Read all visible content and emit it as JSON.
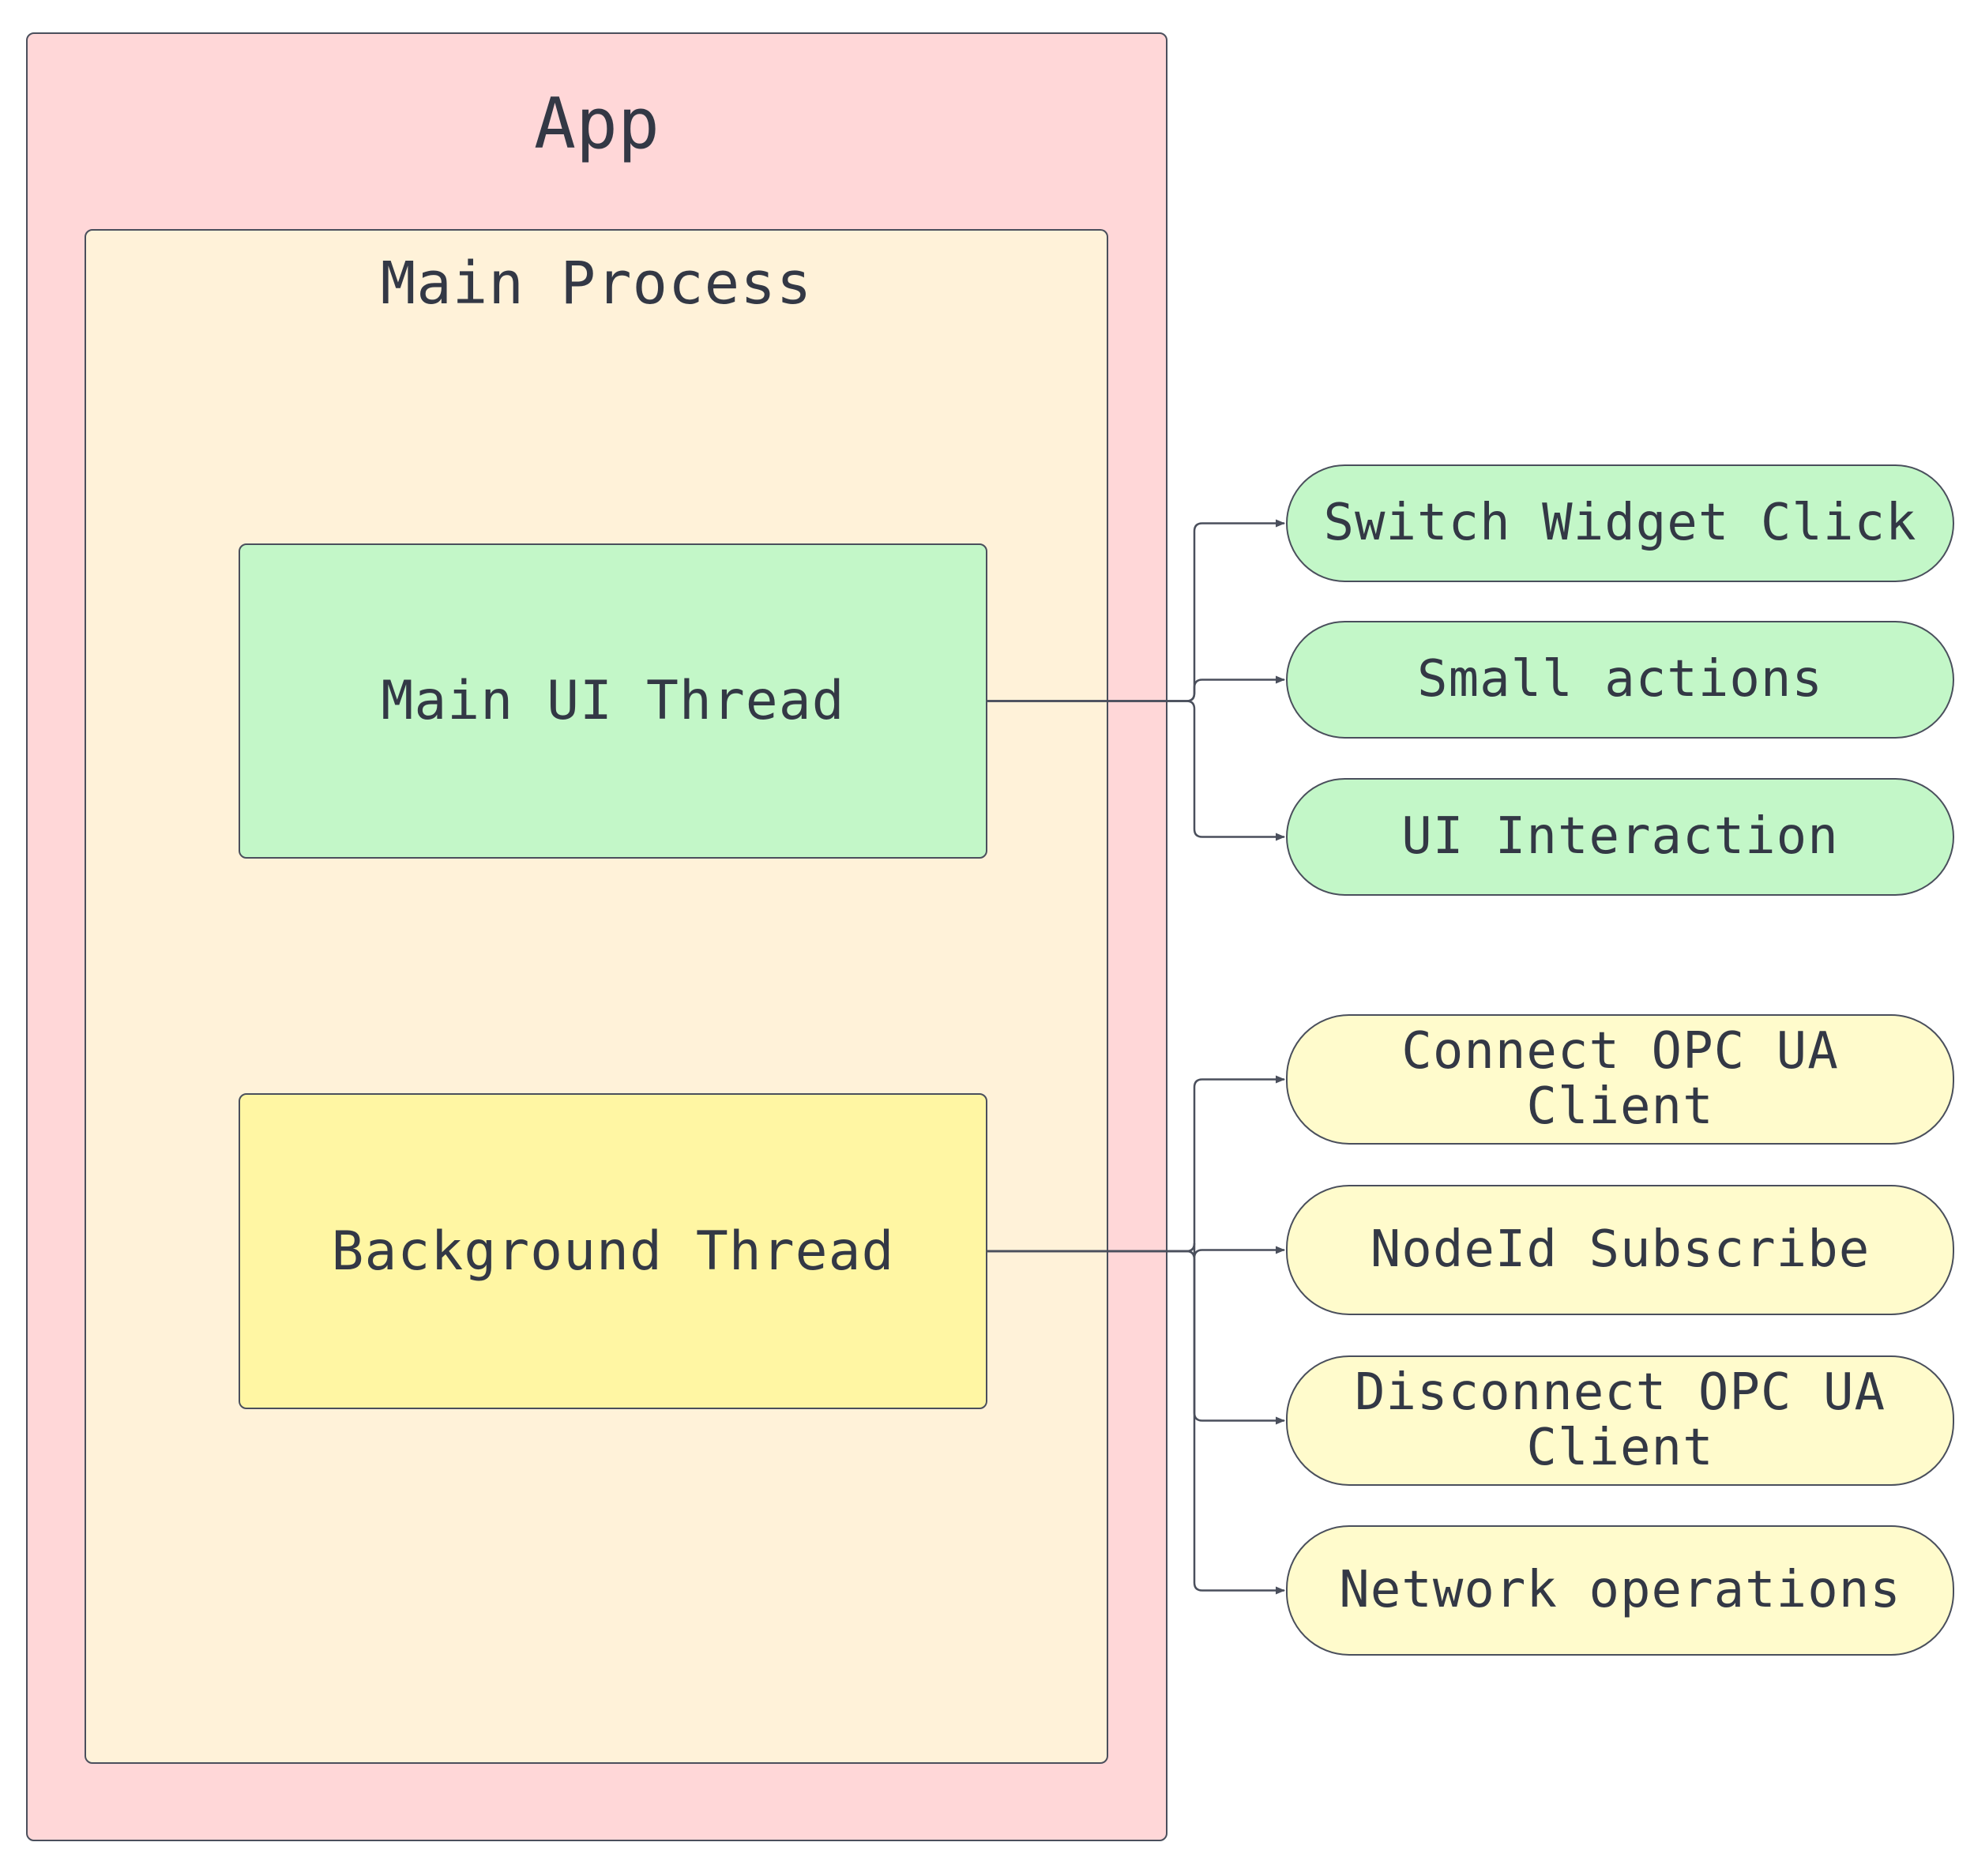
{
  "colors": {
    "app_fill": "#FFD7D8",
    "main_process_fill": "#FFF2D9",
    "ui_thread_fill": "#C3F7C8",
    "background_thread_fill": "#FFF6A3",
    "ui_actions_fill": "#C3F7C8",
    "background_actions_fill": "#FFFBCC",
    "stroke": "#4A4F5C",
    "text": "#333845"
  },
  "app": {
    "title": "App",
    "main_process": {
      "title": "Main Process",
      "threads": [
        {
          "label": "Main UI Thread",
          "actions": [
            "Switch Widget Click",
            "Small actions",
            "UI Interaction"
          ]
        },
        {
          "label": "Background Thread",
          "actions": [
            "Connect OPC UA\nClient",
            "NodeId Subscribe",
            "Disconnect OPC UA\nClient",
            "Network operations"
          ]
        }
      ]
    }
  }
}
